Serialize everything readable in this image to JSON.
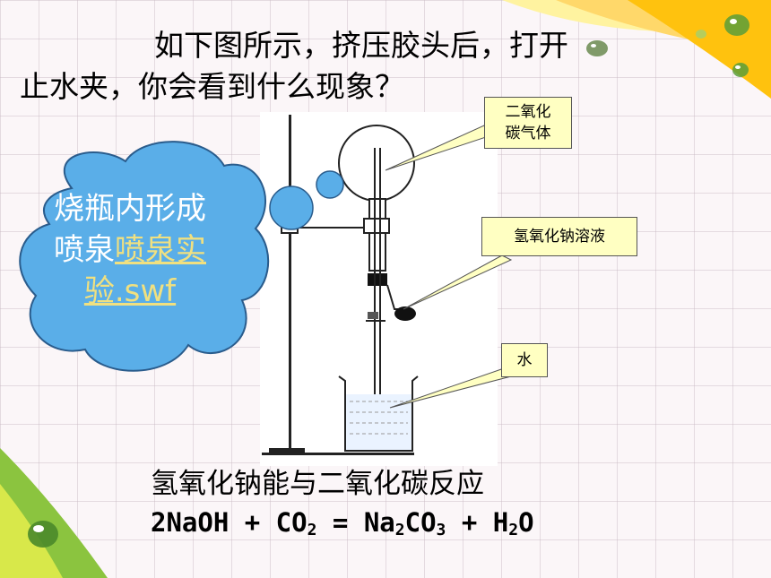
{
  "title": {
    "line1": "如下图所示，挤压胶头后，打开",
    "line2": "止水夹，你会看到什么现象？"
  },
  "callouts": {
    "co2_gas": {
      "line1": "二氧化",
      "line2": "碳气体"
    },
    "naoh_solution": "氢氧化钠溶液",
    "water": "水"
  },
  "cloud": {
    "text": "烧瓶内形成喷泉",
    "link": "喷泉实验.swf"
  },
  "reaction": {
    "description": "氢氧化钠能与二氧化碳反应",
    "equation": {
      "t1": "2NaOH + CO",
      "s1": "2",
      "t2": " = Na",
      "s2": "2",
      "t3": "CO",
      "s3": "3",
      "t4": " + H",
      "s4": "2",
      "t5": "O"
    }
  },
  "colors": {
    "cloud_fill": "#5aaee8",
    "callout_fill": "#ffffc2",
    "link_color": "#f0e080",
    "leaf_green": "#8bc43f",
    "corner_yellow": "#ffc20e"
  }
}
